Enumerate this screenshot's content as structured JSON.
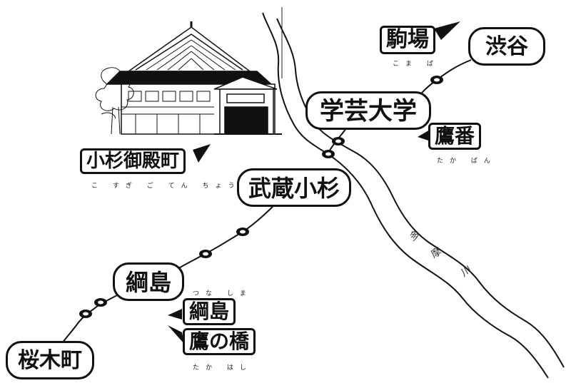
{
  "stations": {
    "shibuya": "渋谷",
    "gakugei_daigaku": "学芸大学",
    "musashi_kosugi": "武蔵小杉",
    "tsunashima": "綱島",
    "sakuragicho": "桜木町"
  },
  "places": {
    "komaba": {
      "name": "駒場",
      "reading": "こま ば"
    },
    "takaban": {
      "name": "鷹番",
      "reading": "たか ばん"
    },
    "kosugi_goten": {
      "name": "小杉御殿町",
      "reading": "こ すぎ ご てん ちょう"
    },
    "tsunashima_town": {
      "name": "綱島",
      "reading": "つな しま"
    },
    "takanohashi": {
      "name": "鷹の橋",
      "reading": "たか はし"
    }
  },
  "river": {
    "label": [
      "多",
      "摩",
      "川"
    ]
  },
  "colors": {
    "ink": "#111111",
    "paper": "#ffffff"
  },
  "icons": {
    "building": "temple-hall-illustration"
  }
}
